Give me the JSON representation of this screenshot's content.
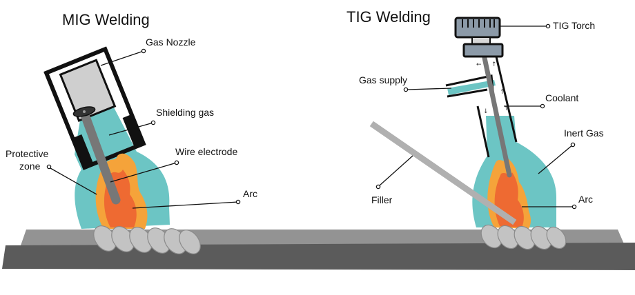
{
  "mig": {
    "title": "MIG Welding",
    "labels": {
      "gas_nozzle": "Gas Nozzle",
      "shielding_gas": "Shielding gas",
      "wire_electrode": "Wire electrode",
      "protective_zone_line1": "Protective",
      "protective_zone_line2": "zone",
      "arc": "Arc"
    }
  },
  "tig": {
    "title": "TIG Welding",
    "labels": {
      "tig_torch": "TIG Torch",
      "gas_supply": "Gas supply",
      "coolant": "Coolant",
      "inert_gas": "Inert Gas",
      "filler": "Filler",
      "arc": "Arc"
    },
    "flow_arrows": [
      "←",
      "↑",
      "↑",
      "↓",
      "↑"
    ]
  },
  "colors": {
    "shielding_gas": "#6cc5c4",
    "flame_outer": "#f5a33a",
    "flame_inner": "#ee6a32",
    "workpiece": "#5b5b5b",
    "workpiece_top": "#939393",
    "weld_bead": "#c3c3c3",
    "electrode": "#777777",
    "filler_rod": "#b0b0b0",
    "nozzle_fill": "#cfcfcf",
    "nozzle_black": "#111111",
    "torch_head": "#8c9aa8"
  }
}
